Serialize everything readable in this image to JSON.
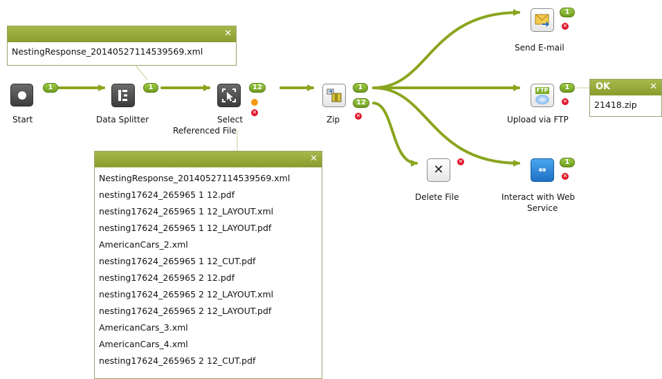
{
  "colors": {
    "badge": "#7fae28",
    "connector": "#8aa51f",
    "popup_header": "#97aa3a",
    "error": "#e0142a",
    "warning": "#f29a14"
  },
  "nodes": {
    "start": {
      "label": "Start",
      "icon": "record-icon",
      "badge": "1"
    },
    "splitter": {
      "label": "Data Splitter",
      "icon": "data-splitter-icon",
      "badge": "1"
    },
    "select": {
      "label_line1": "Select",
      "label_line2": "Referenced File",
      "icon": "select-file-icon",
      "badge": "12"
    },
    "zip": {
      "label": "Zip",
      "icon": "zip-icon",
      "badge_out_top": "1",
      "badge_out_bottom": "12"
    },
    "email": {
      "label": "Send E-mail",
      "icon": "envelope-icon",
      "badge": "1"
    },
    "ftp": {
      "label": "Upload via FTP",
      "icon": "ftp-icon",
      "icon_text": "FTP",
      "badge": "1"
    },
    "delete": {
      "label": "Delete File",
      "icon": "delete-icon"
    },
    "webservice": {
      "label_line1": "Interact with Web",
      "label_line2": "Service",
      "icon": "web-service-icon",
      "badge": "1"
    }
  },
  "popups": {
    "splitter_popup": {
      "lines": [
        "NestingResponse_20140527114539569.xml"
      ]
    },
    "select_popup": {
      "lines": [
        "NestingResponse_20140527114539569.xml",
        "nesting17624_265965 1 12.pdf",
        "nesting17624_265965 1 12_LAYOUT.xml",
        "nesting17624_265965 1 12_LAYOUT.pdf",
        "AmericanCars_2.xml",
        "nesting17624_265965 1 12_CUT.pdf",
        "nesting17624_265965 2 12.pdf",
        "nesting17624_265965 2 12_LAYOUT.xml",
        "nesting17624_265965 2 12_LAYOUT.pdf",
        "AmericanCars_3.xml",
        "AmericanCars_4.xml",
        "nesting17624_265965 2 12_CUT.pdf"
      ]
    },
    "ftp_popup": {
      "title": "OK",
      "lines": [
        "21418.zip"
      ]
    }
  }
}
